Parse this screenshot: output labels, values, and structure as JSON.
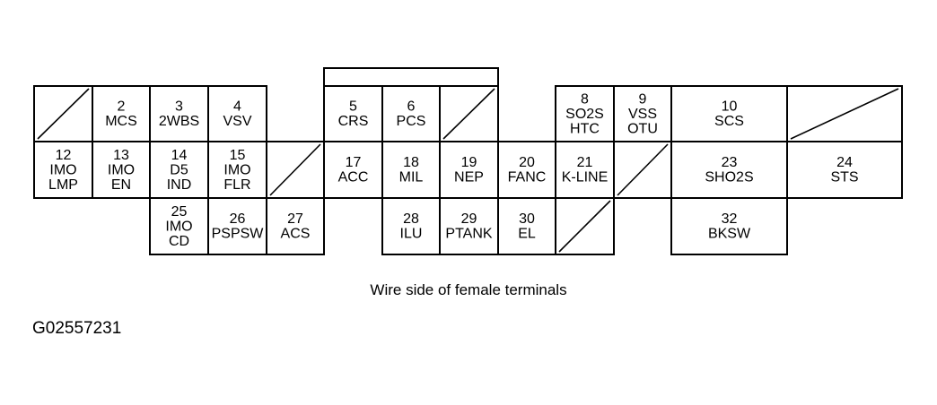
{
  "caption": "Wire side of female terminals",
  "figure_id": "G02557231",
  "terminals": [
    {
      "num": "2",
      "lines": [
        "MCS"
      ]
    },
    {
      "num": "3",
      "lines": [
        "2WBS"
      ]
    },
    {
      "num": "4",
      "lines": [
        "VSV"
      ]
    },
    {
      "num": "5",
      "lines": [
        "CRS"
      ]
    },
    {
      "num": "6",
      "lines": [
        "PCS"
      ]
    },
    {
      "num": "8",
      "lines": [
        "SO2S",
        "HTC"
      ]
    },
    {
      "num": "9",
      "lines": [
        "VSS",
        "OTU"
      ]
    },
    {
      "num": "10",
      "lines": [
        "SCS"
      ]
    },
    {
      "num": "12",
      "lines": [
        "IMO",
        "LMP"
      ]
    },
    {
      "num": "13",
      "lines": [
        "IMO",
        "EN"
      ]
    },
    {
      "num": "14",
      "lines": [
        "D5",
        "IND"
      ]
    },
    {
      "num": "15",
      "lines": [
        "IMO",
        "FLR"
      ]
    },
    {
      "num": "17",
      "lines": [
        "ACC"
      ]
    },
    {
      "num": "18",
      "lines": [
        "MIL"
      ]
    },
    {
      "num": "19",
      "lines": [
        "NEP"
      ]
    },
    {
      "num": "20",
      "lines": [
        "FANC"
      ]
    },
    {
      "num": "21",
      "lines": [
        "K-LINE"
      ]
    },
    {
      "num": "23",
      "lines": [
        "SHO2S"
      ]
    },
    {
      "num": "24",
      "lines": [
        "STS"
      ]
    },
    {
      "num": "25",
      "lines": [
        "IMO",
        "CD"
      ]
    },
    {
      "num": "26",
      "lines": [
        "PSPSW"
      ]
    },
    {
      "num": "27",
      "lines": [
        "ACS"
      ]
    },
    {
      "num": "28",
      "lines": [
        "ILU"
      ]
    },
    {
      "num": "29",
      "lines": [
        "PTANK"
      ]
    },
    {
      "num": "30",
      "lines": [
        "EL"
      ]
    },
    {
      "num": "32",
      "lines": [
        "BKSW"
      ]
    }
  ]
}
